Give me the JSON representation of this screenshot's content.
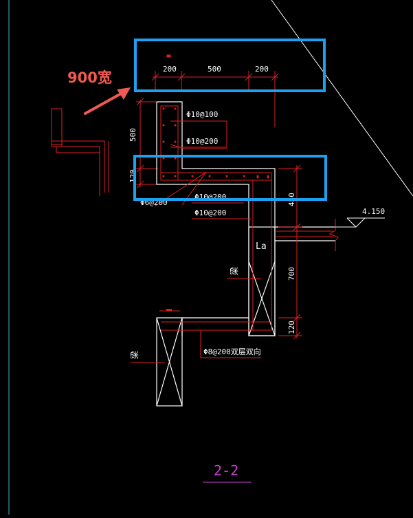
{
  "colors": {
    "background": "#000000",
    "drawing_red": "#e02020",
    "outline_white": "#ffffff",
    "highlight_blue": "#1ea0f0",
    "annotation_red": "#f05a50",
    "title_magenta": "#d040d0",
    "edge_cyan": "#30c0d0"
  },
  "annotation": {
    "label": "900宽"
  },
  "dims_top": {
    "left": "200",
    "middle": "500",
    "right": "200"
  },
  "dims_left": {
    "upper": "500",
    "lower": "120"
  },
  "dims_right": {
    "upper": "450",
    "middle": "700",
    "lower": "120"
  },
  "rebar": {
    "label_1": "Φ10@100",
    "label_2": "Φ10@200",
    "label_3": "Φ10@200",
    "label_4": "Φ10@200",
    "label_5": "Φ6@200",
    "label_6": "Φ8@200双层双向"
  },
  "elevation": {
    "value": "4.150"
  },
  "labels": {
    "la": "La",
    "beam_1": "梁",
    "beam_2": "梁"
  },
  "section_title": "2-2"
}
